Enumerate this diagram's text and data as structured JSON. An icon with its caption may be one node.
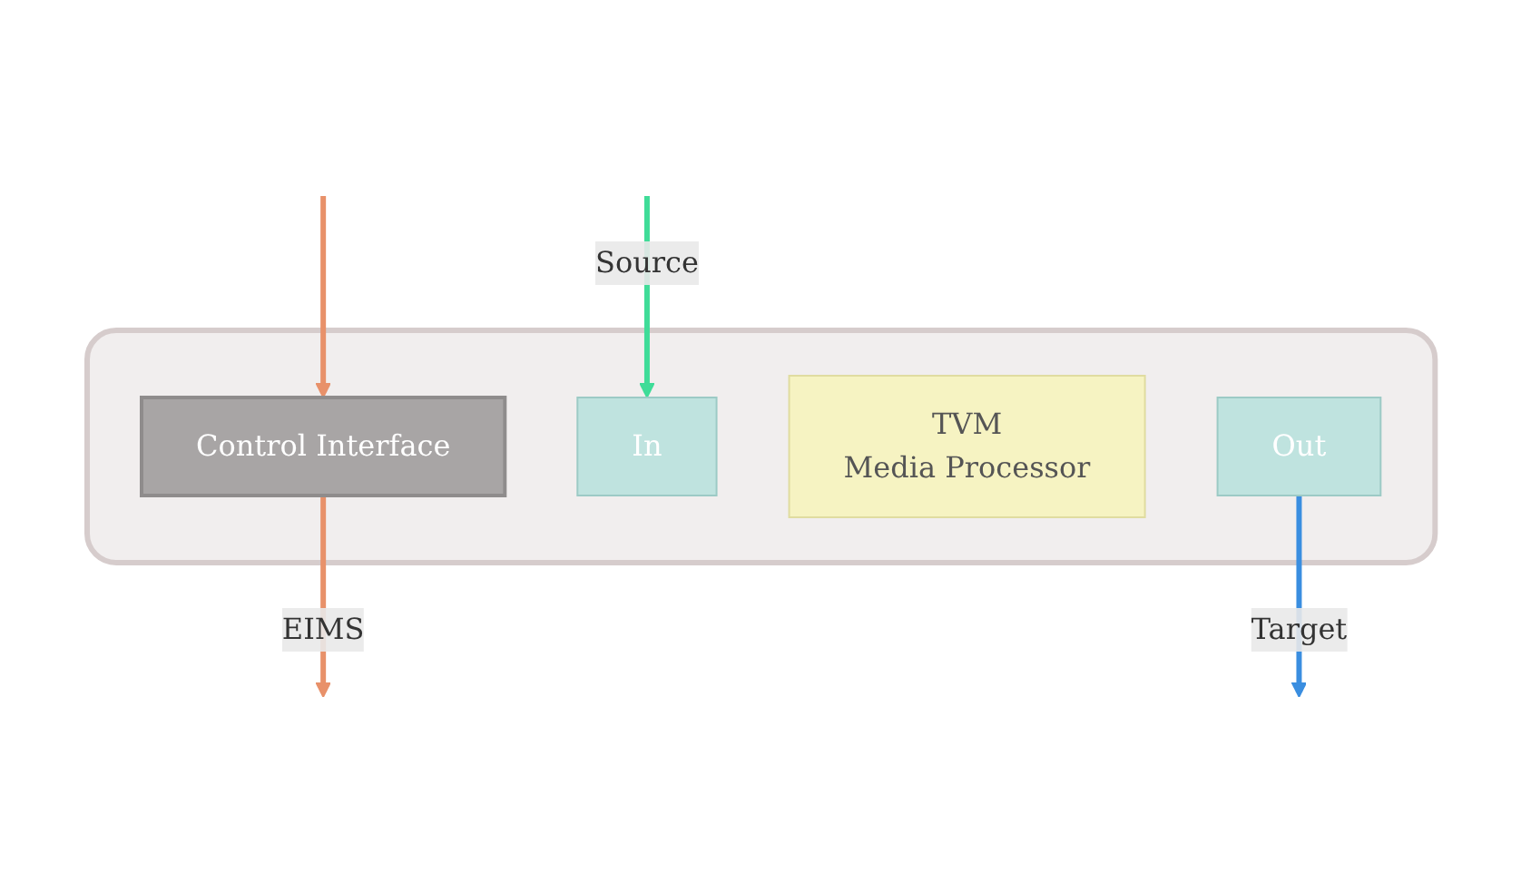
{
  "diagram": {
    "nodes": [
      {
        "text": [],
        "shape": "box"
      },
      {
        "text": [
          "Control Interface"
        ],
        "in": 0
      },
      {
        "text": [
          "In"
        ],
        "in": 0
      },
      {
        "text": [
          "TVM",
          "Media Processor"
        ],
        "in": 0
      },
      {
        "text": [
          "Out"
        ],
        "in": 0
      }
    ],
    "edges": [
      {
        "from": null,
        "to": 1,
        "arrow": "to",
        "color": "#e8916a"
      },
      {
        "from": 1,
        "to": null,
        "arrow": "to",
        "label": "EIMS",
        "color": "#e8916a"
      },
      {
        "from": null,
        "to": 2,
        "arrow": "to",
        "label": "Source",
        "color": "#3fdc98"
      },
      {
        "from": 4,
        "to": null,
        "arrow": "to",
        "label": "Target",
        "color": "#3a8ee0"
      }
    ]
  }
}
